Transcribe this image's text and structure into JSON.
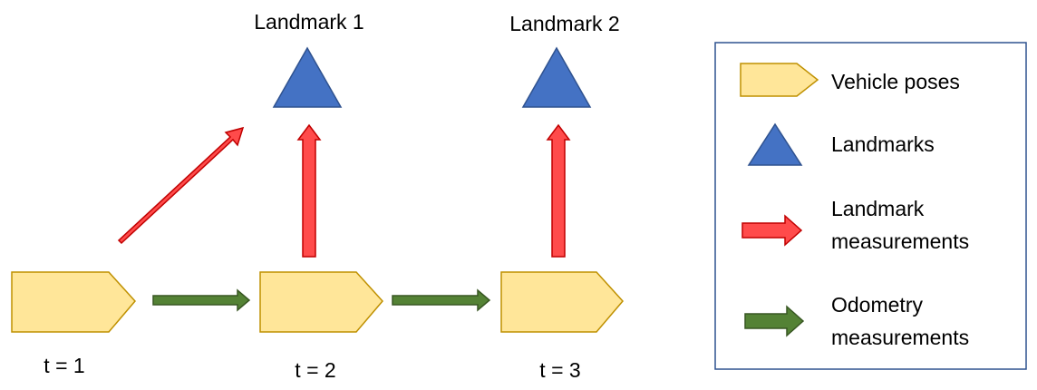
{
  "diagram": {
    "landmarks": [
      {
        "label": "Landmark 1"
      },
      {
        "label": "Landmark 2"
      }
    ],
    "poses": [
      {
        "label": "t = 1"
      },
      {
        "label": "t = 2"
      },
      {
        "label": "t = 3"
      }
    ],
    "colors": {
      "pose_fill": "#FFE699",
      "pose_stroke": "#BF9000",
      "landmark_fill": "#4472C4",
      "landmark_stroke": "#2F528F",
      "measurement_fill": "#FF4B4B",
      "measurement_stroke": "#C00000",
      "odometry_fill": "#548235",
      "odometry_stroke": "#385723",
      "legend_border": "#2F528F"
    }
  },
  "legend": {
    "vehicle_poses": "Vehicle poses",
    "landmarks": "Landmarks",
    "landmark_measurements_line1": "Landmark",
    "landmark_measurements_line2": "measurements",
    "odometry_line1": "Odometry",
    "odometry_line2": "measurements"
  }
}
